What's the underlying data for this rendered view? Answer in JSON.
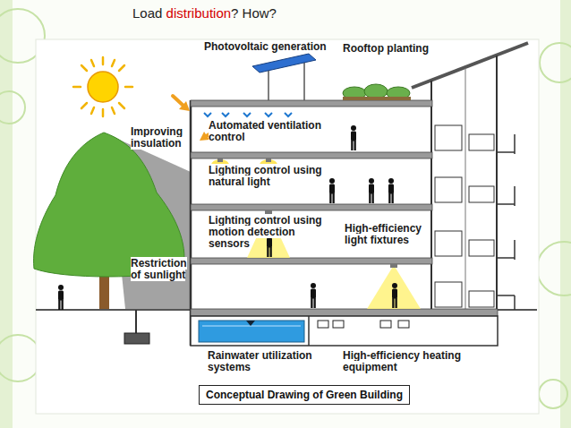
{
  "diagram": {
    "title": "Load distribution? How?",
    "caption": "Conceptual Drawing of Green Building",
    "labels": [
      "Photovoltaic generation",
      "Rooftop planting",
      "Improving insulation",
      "Automated ventilation control",
      "Lighting control using natural light",
      "Lighting control using motion detection sensors",
      "High-efficiency light fixtures",
      "Restriction of sunlight",
      "Rainwater utilization systems",
      "High-efficiency heating equipment"
    ]
  }
}
